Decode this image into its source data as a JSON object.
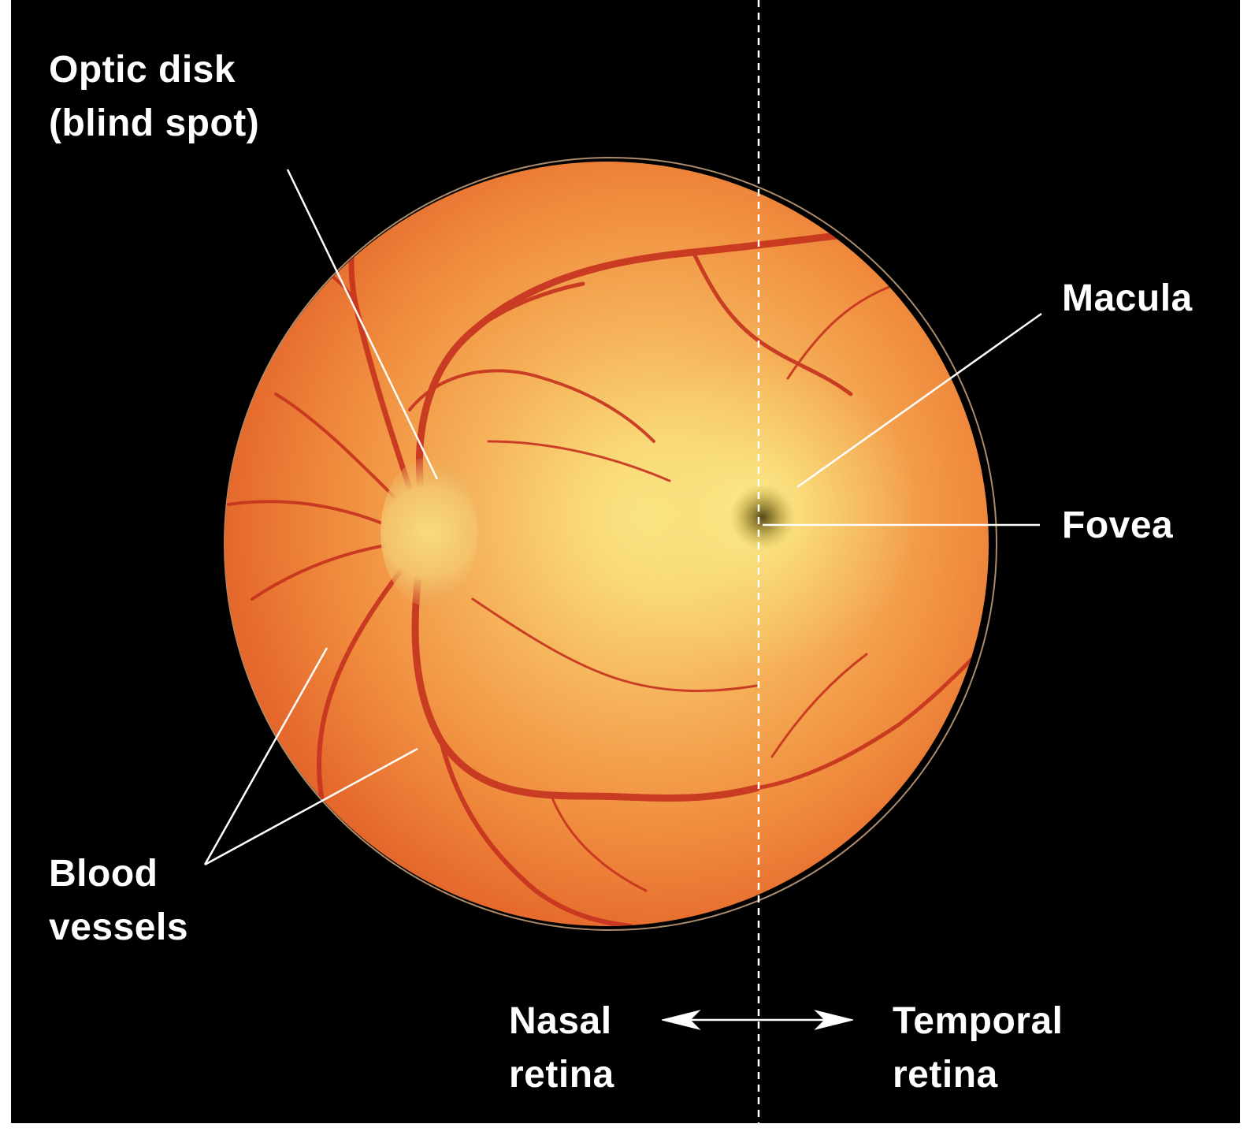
{
  "labels": {
    "optic_disk": {
      "line1": "Optic disk",
      "line2": "(blind spot)"
    },
    "macula": "Macula",
    "fovea": "Fovea",
    "blood_vessels": {
      "line1": "Blood",
      "line2": "vessels"
    },
    "nasal_retina": {
      "line1": "Nasal",
      "line2": "retina"
    },
    "temporal_retina": {
      "line1": "Temporal",
      "line2": "retina"
    }
  },
  "colors": {
    "background": "#000000",
    "label_text": "#ffffff",
    "leader_line": "#ffffff",
    "retina_edge": "#e8672a",
    "retina_mid": "#f4a44e",
    "macula_glow": "#f8e27a",
    "vessel": "#c2301e",
    "optic_disk": "#f7d98a",
    "fovea": "#6e5a14"
  }
}
